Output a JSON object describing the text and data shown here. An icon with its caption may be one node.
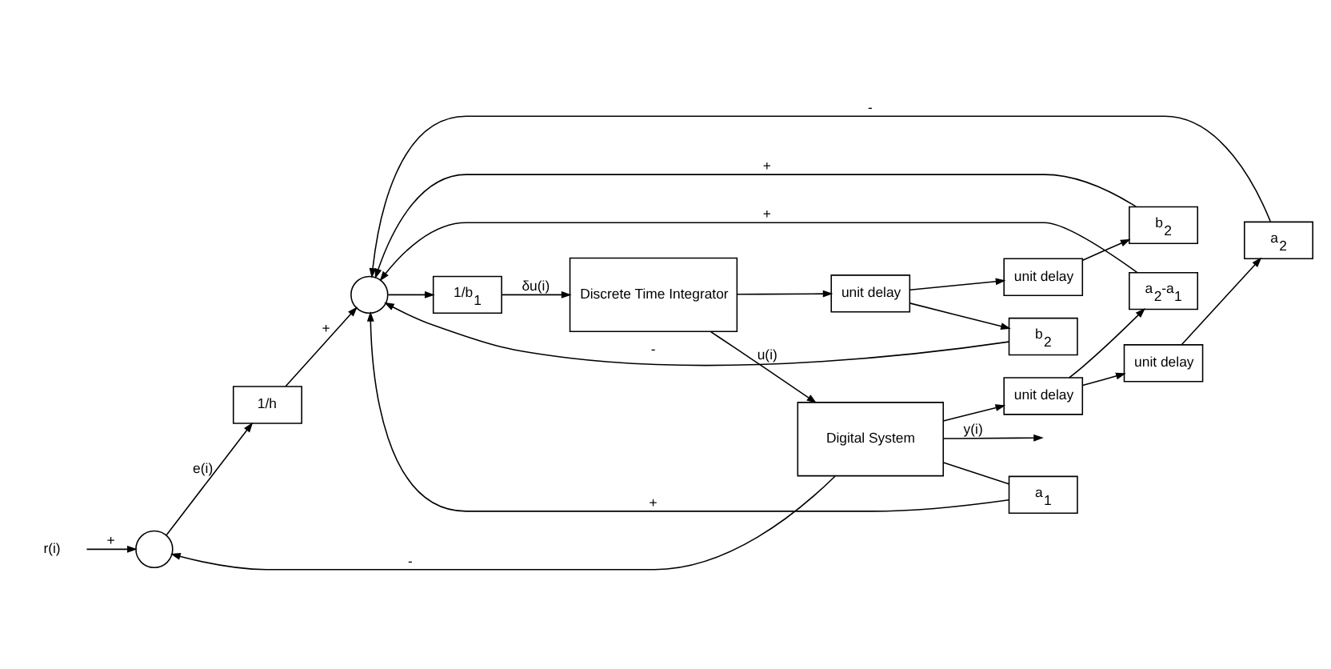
{
  "diagram": {
    "nodes": [
      {
        "text": [
          "r(i)"
        ]
      },
      {
        "text": [],
        "shape": "circle"
      },
      {
        "text": [
          "1/h"
        ]
      },
      {
        "text": [],
        "shape": "circle"
      },
      {
        "text": [
          "1/b$_{1}$"
        ]
      },
      {
        "text": [
          "Discrete Time Integrator"
        ]
      },
      {
        "text": [
          "Digital System"
        ]
      },
      {
        "text": [
          "b$_{2}$"
        ]
      },
      {
        "text": [
          "unit delay"
        ]
      },
      {
        "text": [
          "b$_{2}$"
        ]
      },
      {
        "text": [
          "unit delay"
        ]
      },
      {
        "text": [
          "a$_{2}$"
        ]
      },
      {
        "text": [
          "unit delay"
        ]
      },
      {
        "text": [
          "a$_{2}$-a$_{1}$"
        ]
      },
      {
        "text": [
          "unit delay"
        ]
      },
      {
        "text": [
          "a$_{1}$"
        ]
      }
    ],
    "edges": [
      {
        "from": 0,
        "to": 1,
        "arrow": "to",
        "label": "+"
      },
      {
        "from": 1,
        "to": 2,
        "arrow": "to",
        "label": "e(i)"
      },
      {
        "from": 2,
        "to": 3,
        "arrow": "to",
        "label": "+"
      },
      {
        "from": 3,
        "to": 4,
        "arrow": "to"
      },
      {
        "from": 4,
        "to": 5,
        "arrow": "to",
        "label": "δu(i)"
      },
      {
        "from": 5,
        "to": 6,
        "arrow": "to",
        "label": "u(i)"
      },
      {
        "from": 6,
        "to": null,
        "arrow": "to",
        "label": "y(i)"
      },
      {
        "from": 6,
        "to": 1,
        "arrow": "to",
        "label": "-"
      },
      {
        "from": 5,
        "to": 8,
        "arrow": "to"
      },
      {
        "from": 8,
        "to": 7,
        "arrow": "to"
      },
      {
        "from": 7,
        "to": 3,
        "arrow": "to",
        "label": "-"
      },
      {
        "from": 8,
        "to": 10,
        "arrow": "to"
      },
      {
        "from": 10,
        "to": 9,
        "arrow": "to"
      },
      {
        "from": 9,
        "to": 3,
        "arrow": "to",
        "label": "+"
      },
      {
        "from": 6,
        "to": 14,
        "arrow": "to"
      },
      {
        "from": 14,
        "to": 12,
        "arrow": "to"
      },
      {
        "from": 12,
        "to": 11,
        "arrow": "to"
      },
      {
        "from": 11,
        "to": 3,
        "arrow": "to",
        "label": "-"
      },
      {
        "from": 14,
        "to": 13,
        "arrow": "to"
      },
      {
        "from": 13,
        "to": 3,
        "arrow": "to",
        "label": "+"
      },
      {
        "from": 6,
        "to": 15,
        "arrow": "none"
      },
      {
        "from": 15,
        "to": 3,
        "arrow": "to",
        "label": "+"
      }
    ]
  }
}
